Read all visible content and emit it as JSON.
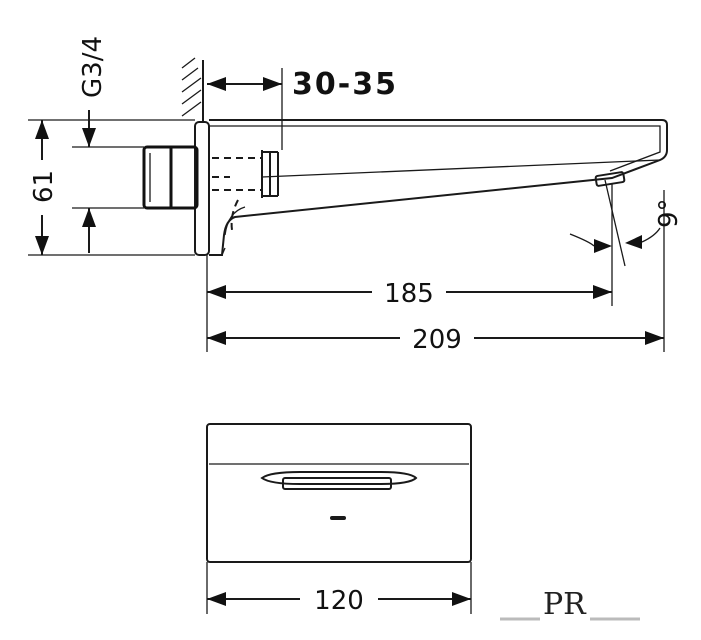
{
  "dimensions": {
    "wall_depth": "30-35",
    "thread": "G3/4",
    "height": "61",
    "outlet_distance": "185",
    "total_length": "209",
    "angle": "9°",
    "width": "120"
  },
  "logo": {
    "text": "PR"
  }
}
